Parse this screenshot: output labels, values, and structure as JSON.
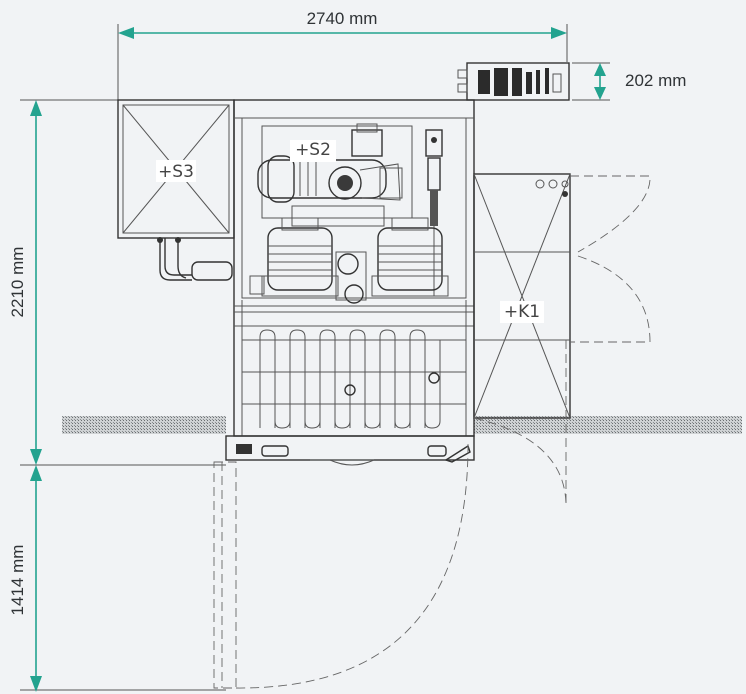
{
  "dimensions": {
    "width_top": "2740 mm",
    "height_unit": "202 mm",
    "depth_main": "2210 mm",
    "depth_door": "1414 mm"
  },
  "labels": {
    "cabinet_s3": "+S3",
    "compressor_s2": "+S2",
    "panel_k1": "+K1"
  },
  "colors": {
    "accent": "#23a38f",
    "background": "#f1f3f5",
    "line": "#555555"
  },
  "icons": {
    "dim_arrow": "dimension-arrow-icon",
    "hatch": "wall-hatch-pattern"
  }
}
